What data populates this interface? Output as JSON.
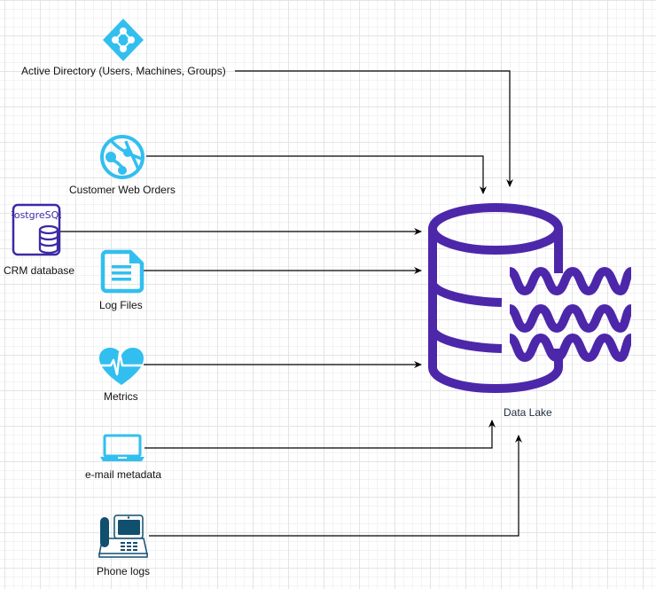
{
  "diagram": {
    "target": {
      "label": "Data Lake",
      "color": "#4d27aa"
    },
    "sources": [
      {
        "id": "active-directory",
        "label": "Active Directory (Users, Machines, Groups)",
        "icon": "active-directory-icon"
      },
      {
        "id": "customer-web-orders",
        "label": "Customer Web Orders",
        "icon": "web-globe-icon"
      },
      {
        "id": "crm-database",
        "label": "CRM database",
        "icon": "postgresql-icon",
        "icon_text": "PostgreSQL"
      },
      {
        "id": "log-files",
        "label": "Log Files",
        "icon": "document-icon"
      },
      {
        "id": "metrics",
        "label": "Metrics",
        "icon": "heart-pulse-icon"
      },
      {
        "id": "email-metadata",
        "label": "e-mail metadata",
        "icon": "laptop-icon"
      },
      {
        "id": "phone-logs",
        "label": "Phone logs",
        "icon": "desk-phone-icon"
      }
    ],
    "colors": {
      "azure_blue": "#32bfef",
      "postgres_purple": "#3c2aa5",
      "phone_navy": "#114f6e",
      "edge": "#000000"
    }
  }
}
